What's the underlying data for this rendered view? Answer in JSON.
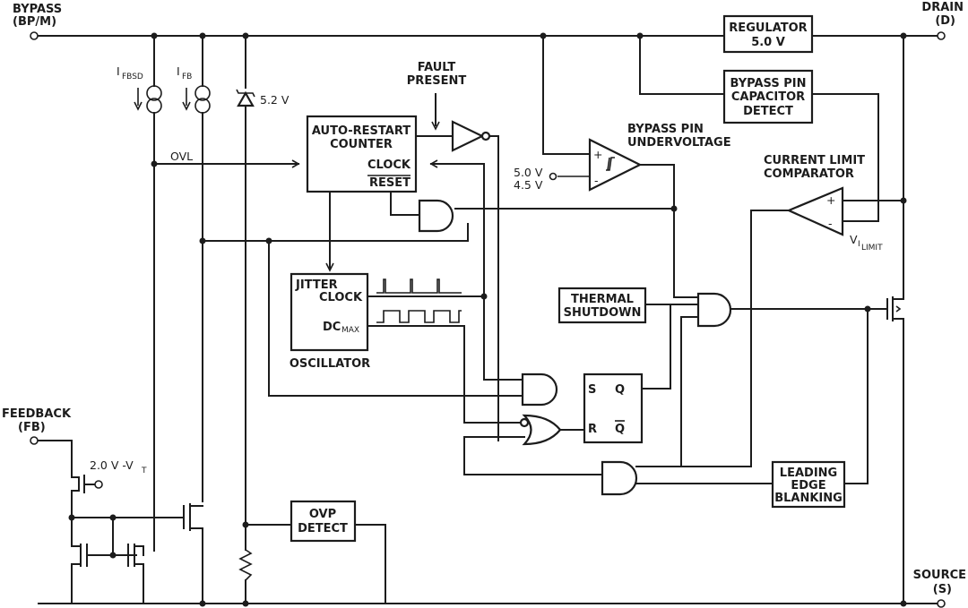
{
  "pins": {
    "bypass": [
      "BYPASS",
      "(BP/M)"
    ],
    "drain": [
      "DRAIN",
      "(D)"
    ],
    "feedback": [
      "FEEDBACK",
      "(FB)"
    ],
    "source": [
      "SOURCE",
      "(S)"
    ]
  },
  "blocks": {
    "regulator": [
      "REGULATOR",
      "5.0 V"
    ],
    "bypass_cap_detect": [
      "BYPASS PIN",
      "CAPACITOR",
      "DETECT"
    ],
    "auto_restart": [
      "AUTO-RESTART",
      "COUNTER"
    ],
    "clock_input": "CLOCK",
    "reset_input": "RESET",
    "jitter_clock": [
      "JITTER",
      "CLOCK"
    ],
    "dc_max": "DC",
    "dc_max_sub": "MAX",
    "oscillator": "OSCILLATOR",
    "thermal_shutdown": [
      "THERMAL",
      "SHUTDOWN"
    ],
    "leading_edge_blanking": [
      "LEADING",
      "EDGE",
      "BLANKING"
    ],
    "ovp_detect": [
      "OVP",
      "DETECT"
    ],
    "latch_s": "S",
    "latch_r": "R",
    "latch_q": "Q",
    "latch_qbar": "Q"
  },
  "labels": {
    "fault_present": [
      "FAULT",
      "PRESENT"
    ],
    "bypass_uv": [
      "BYPASS PIN",
      "UNDERVOLTAGE"
    ],
    "current_limit": [
      "CURRENT LIMIT",
      "COMPARATOR"
    ],
    "ifbsd": "I",
    "ifbsd_sub": "FBSD",
    "ifb": "I",
    "ifb_sub": "FB",
    "zener": "5.2 V",
    "ovl": "OVL",
    "uv_ref_high": "5.0 V",
    "uv_ref_low": "4.5 V",
    "vilimit": "V",
    "vilimit_sub_i": "I",
    "vilimit_sub_limit": "LIMIT",
    "fb_threshold": "2.0 V -V",
    "fb_threshold_sub": "T",
    "comparator_plus": "+",
    "comparator_minus": "-"
  }
}
